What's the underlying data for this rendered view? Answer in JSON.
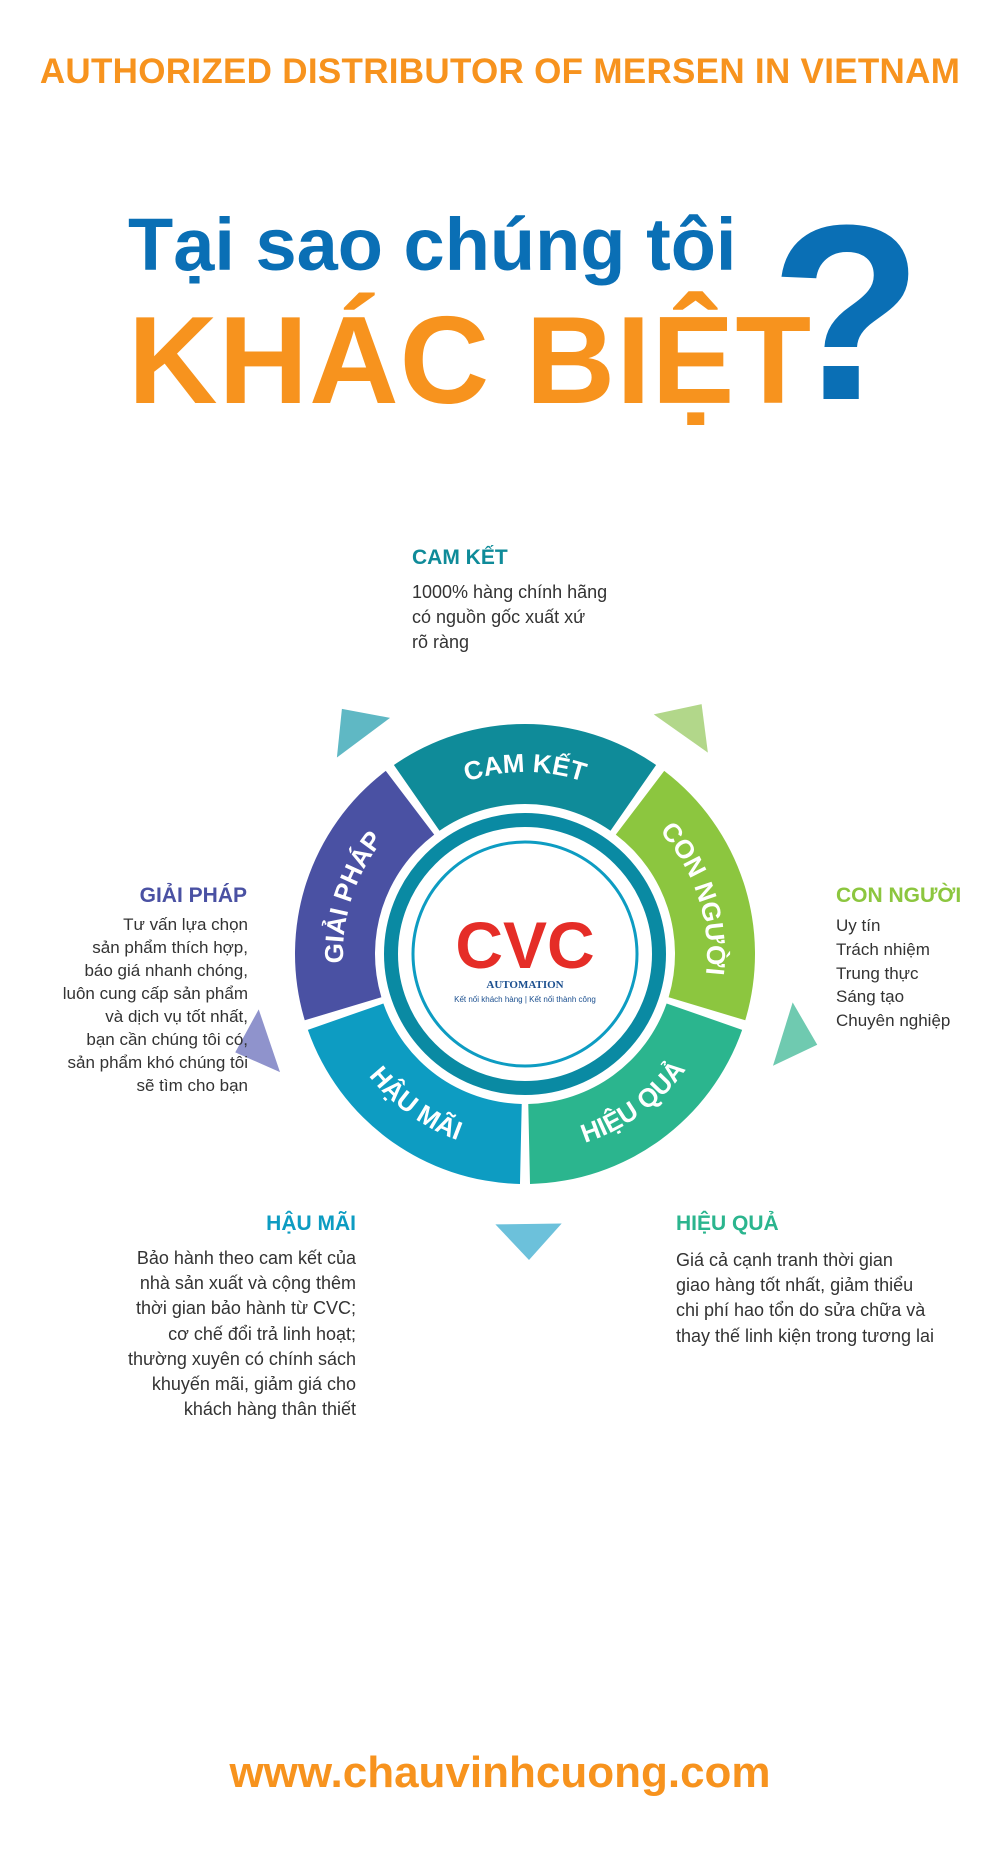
{
  "header": {
    "banner": "AUTHORIZED DISTRIBUTOR OF MERSEN IN VIETNAM",
    "headline_line1": "Tại sao chúng tôi",
    "headline_line2": "KHÁC BIỆT",
    "question_mark": "?"
  },
  "logo": {
    "text": "CVC",
    "subtitle": "AUTOMATION",
    "tagline": "Kết nối khách hàng | Kết nối thành công"
  },
  "cycle": {
    "segments": [
      {
        "label": "CAM KẾT",
        "color": "#0f8b99"
      },
      {
        "label": "CON NGƯỜI",
        "color": "#8cc63f"
      },
      {
        "label": "HIỆU QUẢ",
        "color": "#2bb58e"
      },
      {
        "label": "HẬU MÃI",
        "color": "#0d9cc2"
      },
      {
        "label": "GIẢI PHÁP",
        "color": "#4a51a3"
      }
    ],
    "ring_color": "#0a8aa3"
  },
  "sections": {
    "cam_ket": {
      "title": "CAM KẾT",
      "color": "#0f8b99",
      "desc": "1000% hàng chính hãng\ncó nguồn gốc xuất xứ\nrõ ràng"
    },
    "con_nguoi": {
      "title": "CON NGƯỜI",
      "color": "#8cc63f",
      "desc": "Uy tín\nTrách nhiệm\nTrung thực\nSáng tạo\nChuyên nghiệp"
    },
    "hieu_qua": {
      "title": "HIỆU QUẢ",
      "color": "#2bb58e",
      "desc": "Giá cả cạnh tranh thời gian\ngiao hàng tốt nhất, giảm thiểu\nchi phí hao tổn do sửa chữa và\nthay thế linh kiện trong tương lai"
    },
    "hau_mai": {
      "title": "HẬU MÃI",
      "color": "#0d9cc2",
      "desc": "Bảo hành theo cam kết của\nnhà sản xuất và cộng thêm\nthời gian bảo hành từ CVC;\ncơ chế đổi trả linh hoạt;\nthường xuyên có chính sách\nkhuyến mãi, giảm giá cho\nkhách hàng thân thiết"
    },
    "giai_phap": {
      "title": "GIẢI PHÁP",
      "color": "#4a51a3",
      "desc": "Tư vấn lựa chọn\nsản phẩm thích hợp,\nbáo giá nhanh chóng,\nluôn cung cấp sản phẩm\nvà dịch vụ tốt nhất,\nbạn cần chúng tôi có,\nsản phẩm khó chúng tôi\nsẽ tìm cho bạn"
    }
  },
  "footer": {
    "url": "www.chauvinhcuong.com"
  },
  "colors": {
    "orange": "#f7931e",
    "blue": "#0a6fb5",
    "logo_red": "#e52d27"
  }
}
